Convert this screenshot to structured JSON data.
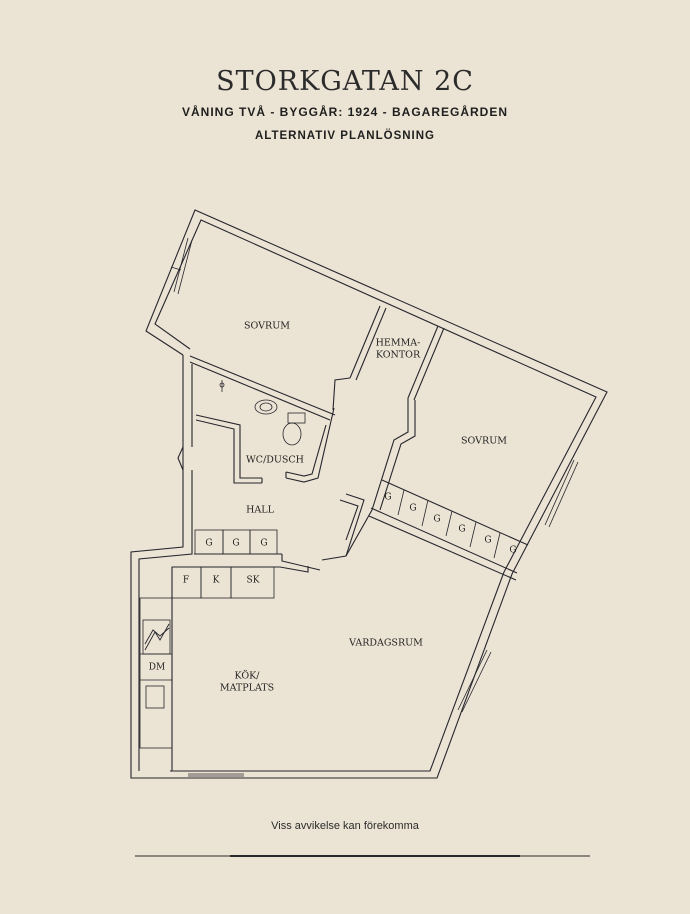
{
  "header": {
    "title": "STORKGATAN 2C",
    "subtitle": "VÅNING TVÅ  -  BYGGÅR: 1924  -  BAGAREGÅRDEN",
    "variant": "ALTERNATIV PLANLÖSNING"
  },
  "rooms": {
    "sovrum_1": "SOVRUM",
    "hemmakontor_line1": "HEMMA-",
    "hemmakontor_line2": "KONTOR",
    "sovrum_2": "SOVRUM",
    "wc": "WC/DUSCH",
    "hall": "HALL",
    "vardagsrum": "VARDAGSRUM",
    "kok_line1": "KÖK/",
    "kok_line2": "MATPLATS"
  },
  "storage": {
    "garderob": "G",
    "frys": "F",
    "kyl": "K",
    "skafferi": "SK",
    "diskmaskin": "DM"
  },
  "footer": {
    "disclaimer": "Viss avvikelse kan förekomma"
  }
}
